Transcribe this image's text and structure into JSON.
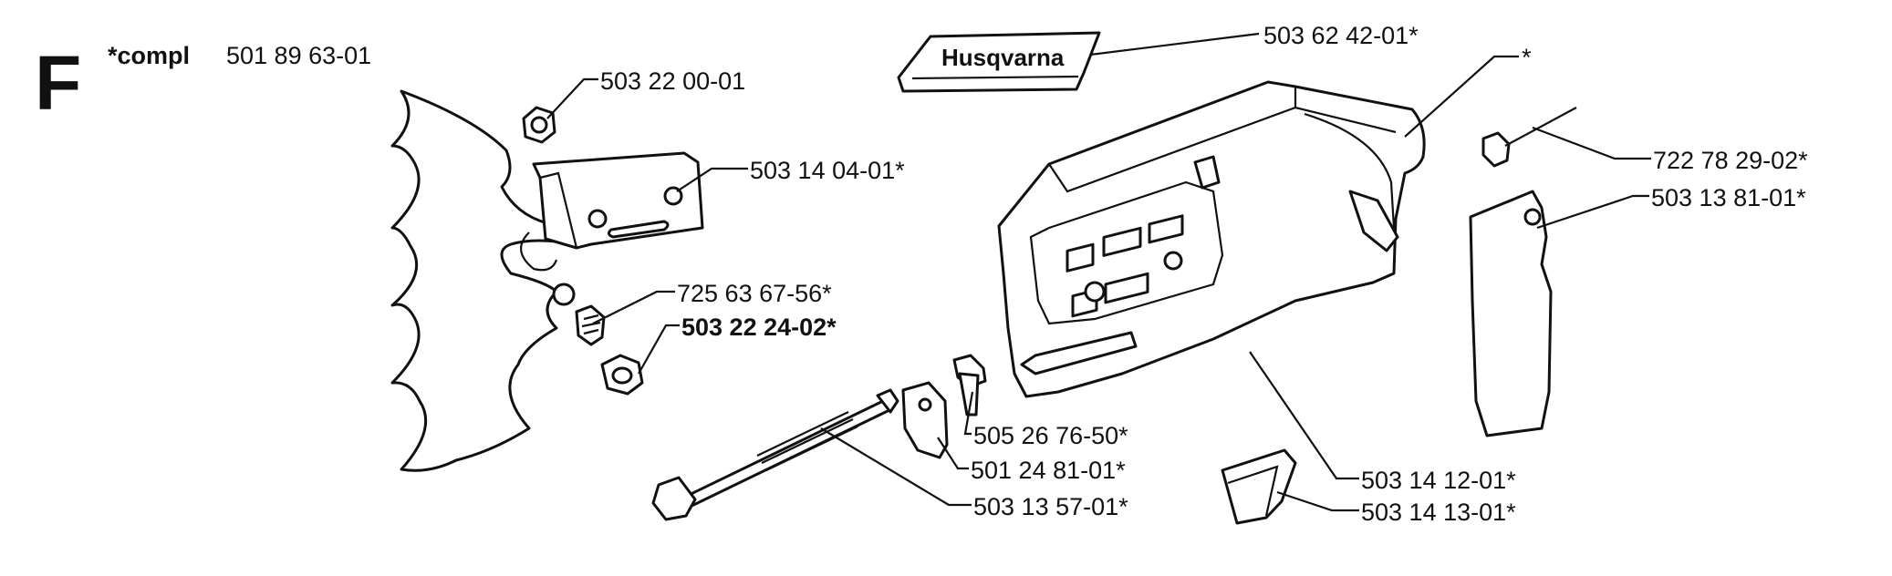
{
  "diagram": {
    "section_letter": "F",
    "assembly_prefix": "*compl",
    "assembly_number": "501 89 63-01",
    "brand_logo_text": "Husqvarna",
    "labels": [
      {
        "id": "p1",
        "text": "503 62 42-01*",
        "bold": false
      },
      {
        "id": "p2",
        "text": "*",
        "bold": false
      },
      {
        "id": "p3",
        "text": "503 22 00-01",
        "bold": false
      },
      {
        "id": "p4",
        "text": "503 14 04-01*",
        "bold": false
      },
      {
        "id": "p5",
        "text": "722 78 29-02*",
        "bold": false
      },
      {
        "id": "p6",
        "text": "503 13 81-01*",
        "bold": false
      },
      {
        "id": "p7",
        "text": "725 63 67-56*",
        "bold": false
      },
      {
        "id": "p8",
        "text": "503 22 24-02*",
        "bold": true
      },
      {
        "id": "p9",
        "text": "505 26 76-50*",
        "bold": false
      },
      {
        "id": "p10",
        "text": "501 24 81-01*",
        "bold": false
      },
      {
        "id": "p11",
        "text": "503 13 57-01*",
        "bold": false
      },
      {
        "id": "p12",
        "text": "503 14 12-01*",
        "bold": false
      },
      {
        "id": "p13",
        "text": "503 14 13-01*",
        "bold": false
      }
    ]
  }
}
